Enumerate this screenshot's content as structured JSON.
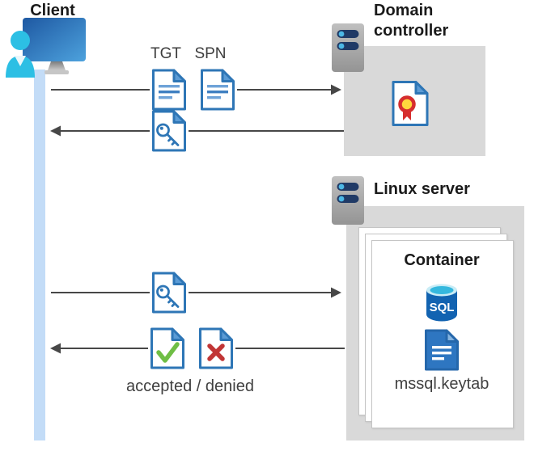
{
  "diagram": {
    "client": {
      "label": "Client"
    },
    "domain_controller": {
      "line1": "Domain",
      "line2": "controller"
    },
    "linux_server": {
      "label": "Linux server"
    },
    "container": {
      "title": "Container",
      "sql_badge": "SQL",
      "keytab_label": "mssql.keytab"
    },
    "messages": {
      "tgt": "TGT",
      "spn": "SPN",
      "result": "accepted / denied"
    },
    "colors": {
      "doc_border_blue": "#2e76b6",
      "doc_fill_blue": "#2e76c1",
      "fold_blue": "#5b9bd5",
      "person_teal": "#2cbfe4",
      "monitor_blue_dark": "#215da6",
      "monitor_blue_light": "#4da2dd",
      "sql_body_blue": "#1263b1",
      "sql_top_cyan": "#35b8de",
      "server_bar_navy": "#203a66",
      "server_dot_cyan": "#4cb8e6",
      "check_green": "#6fbe45",
      "deny_red": "#c13535",
      "cert_ribbon_red": "#d62e2e",
      "cert_seal_yellow": "#ffd83d",
      "box_gray": "#d9d9d9",
      "lifeline_blue": "#c3dcf7",
      "arrow_gray": "#474747"
    }
  }
}
